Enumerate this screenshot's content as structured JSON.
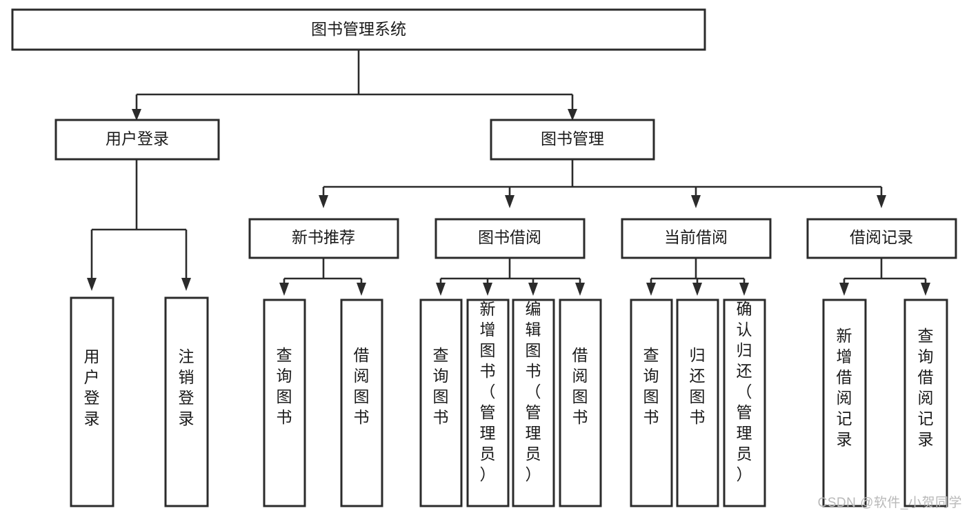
{
  "diagram": {
    "title": "图书管理系统",
    "type": "tree-hierarchy-diagram",
    "watermark": "CSDN @软件_小贺同学",
    "colors": {
      "background": "#ffffff",
      "box_fill": "#ffffff",
      "box_stroke": "#2b2b2b",
      "text": "#1a1a1a",
      "watermark": "#b9b9b9"
    },
    "nodes": {
      "root": {
        "label": "图书管理系统",
        "orientation": "horizontal"
      },
      "level1": [
        {
          "id": "user-login",
          "label": "用户登录",
          "orientation": "horizontal"
        },
        {
          "id": "book-manage",
          "label": "图书管理",
          "orientation": "horizontal"
        }
      ],
      "level2": [
        {
          "id": "new-book-recommend",
          "label": "新书推荐",
          "orientation": "horizontal"
        },
        {
          "id": "book-borrow",
          "label": "图书借阅",
          "orientation": "horizontal"
        },
        {
          "id": "current-borrow",
          "label": "当前借阅",
          "orientation": "horizontal"
        },
        {
          "id": "borrow-record",
          "label": "借阅记录",
          "orientation": "horizontal"
        }
      ],
      "leaves": {
        "user-login": [
          {
            "id": "leaf-user-login",
            "label": "用户登录",
            "orientation": "vertical"
          },
          {
            "id": "leaf-logout-login",
            "label": "注销登录",
            "orientation": "vertical"
          }
        ],
        "new-book-recommend": [
          {
            "id": "leaf-query-book-1",
            "label": "查询图书",
            "orientation": "vertical"
          },
          {
            "id": "leaf-borrow-book-1",
            "label": "借阅图书",
            "orientation": "vertical"
          }
        ],
        "book-borrow": [
          {
            "id": "leaf-query-book-2",
            "label": "查询图书",
            "orientation": "vertical"
          },
          {
            "id": "leaf-add-book",
            "label": "新增图书（管理员）",
            "orientation": "vertical"
          },
          {
            "id": "leaf-edit-book",
            "label": "编辑图书（管理员）",
            "orientation": "vertical"
          },
          {
            "id": "leaf-borrow-book-2",
            "label": "借阅图书",
            "orientation": "vertical"
          }
        ],
        "current-borrow": [
          {
            "id": "leaf-query-book-3",
            "label": "查询图书",
            "orientation": "vertical"
          },
          {
            "id": "leaf-return-book",
            "label": "归还图书",
            "orientation": "vertical"
          },
          {
            "id": "leaf-confirm-return",
            "label": "确认归还（管理员）",
            "orientation": "vertical"
          }
        ],
        "borrow-record": [
          {
            "id": "leaf-add-record",
            "label": "新增借阅记录",
            "orientation": "vertical"
          },
          {
            "id": "leaf-query-record",
            "label": "查询借阅记录",
            "orientation": "vertical"
          }
        ]
      }
    }
  }
}
